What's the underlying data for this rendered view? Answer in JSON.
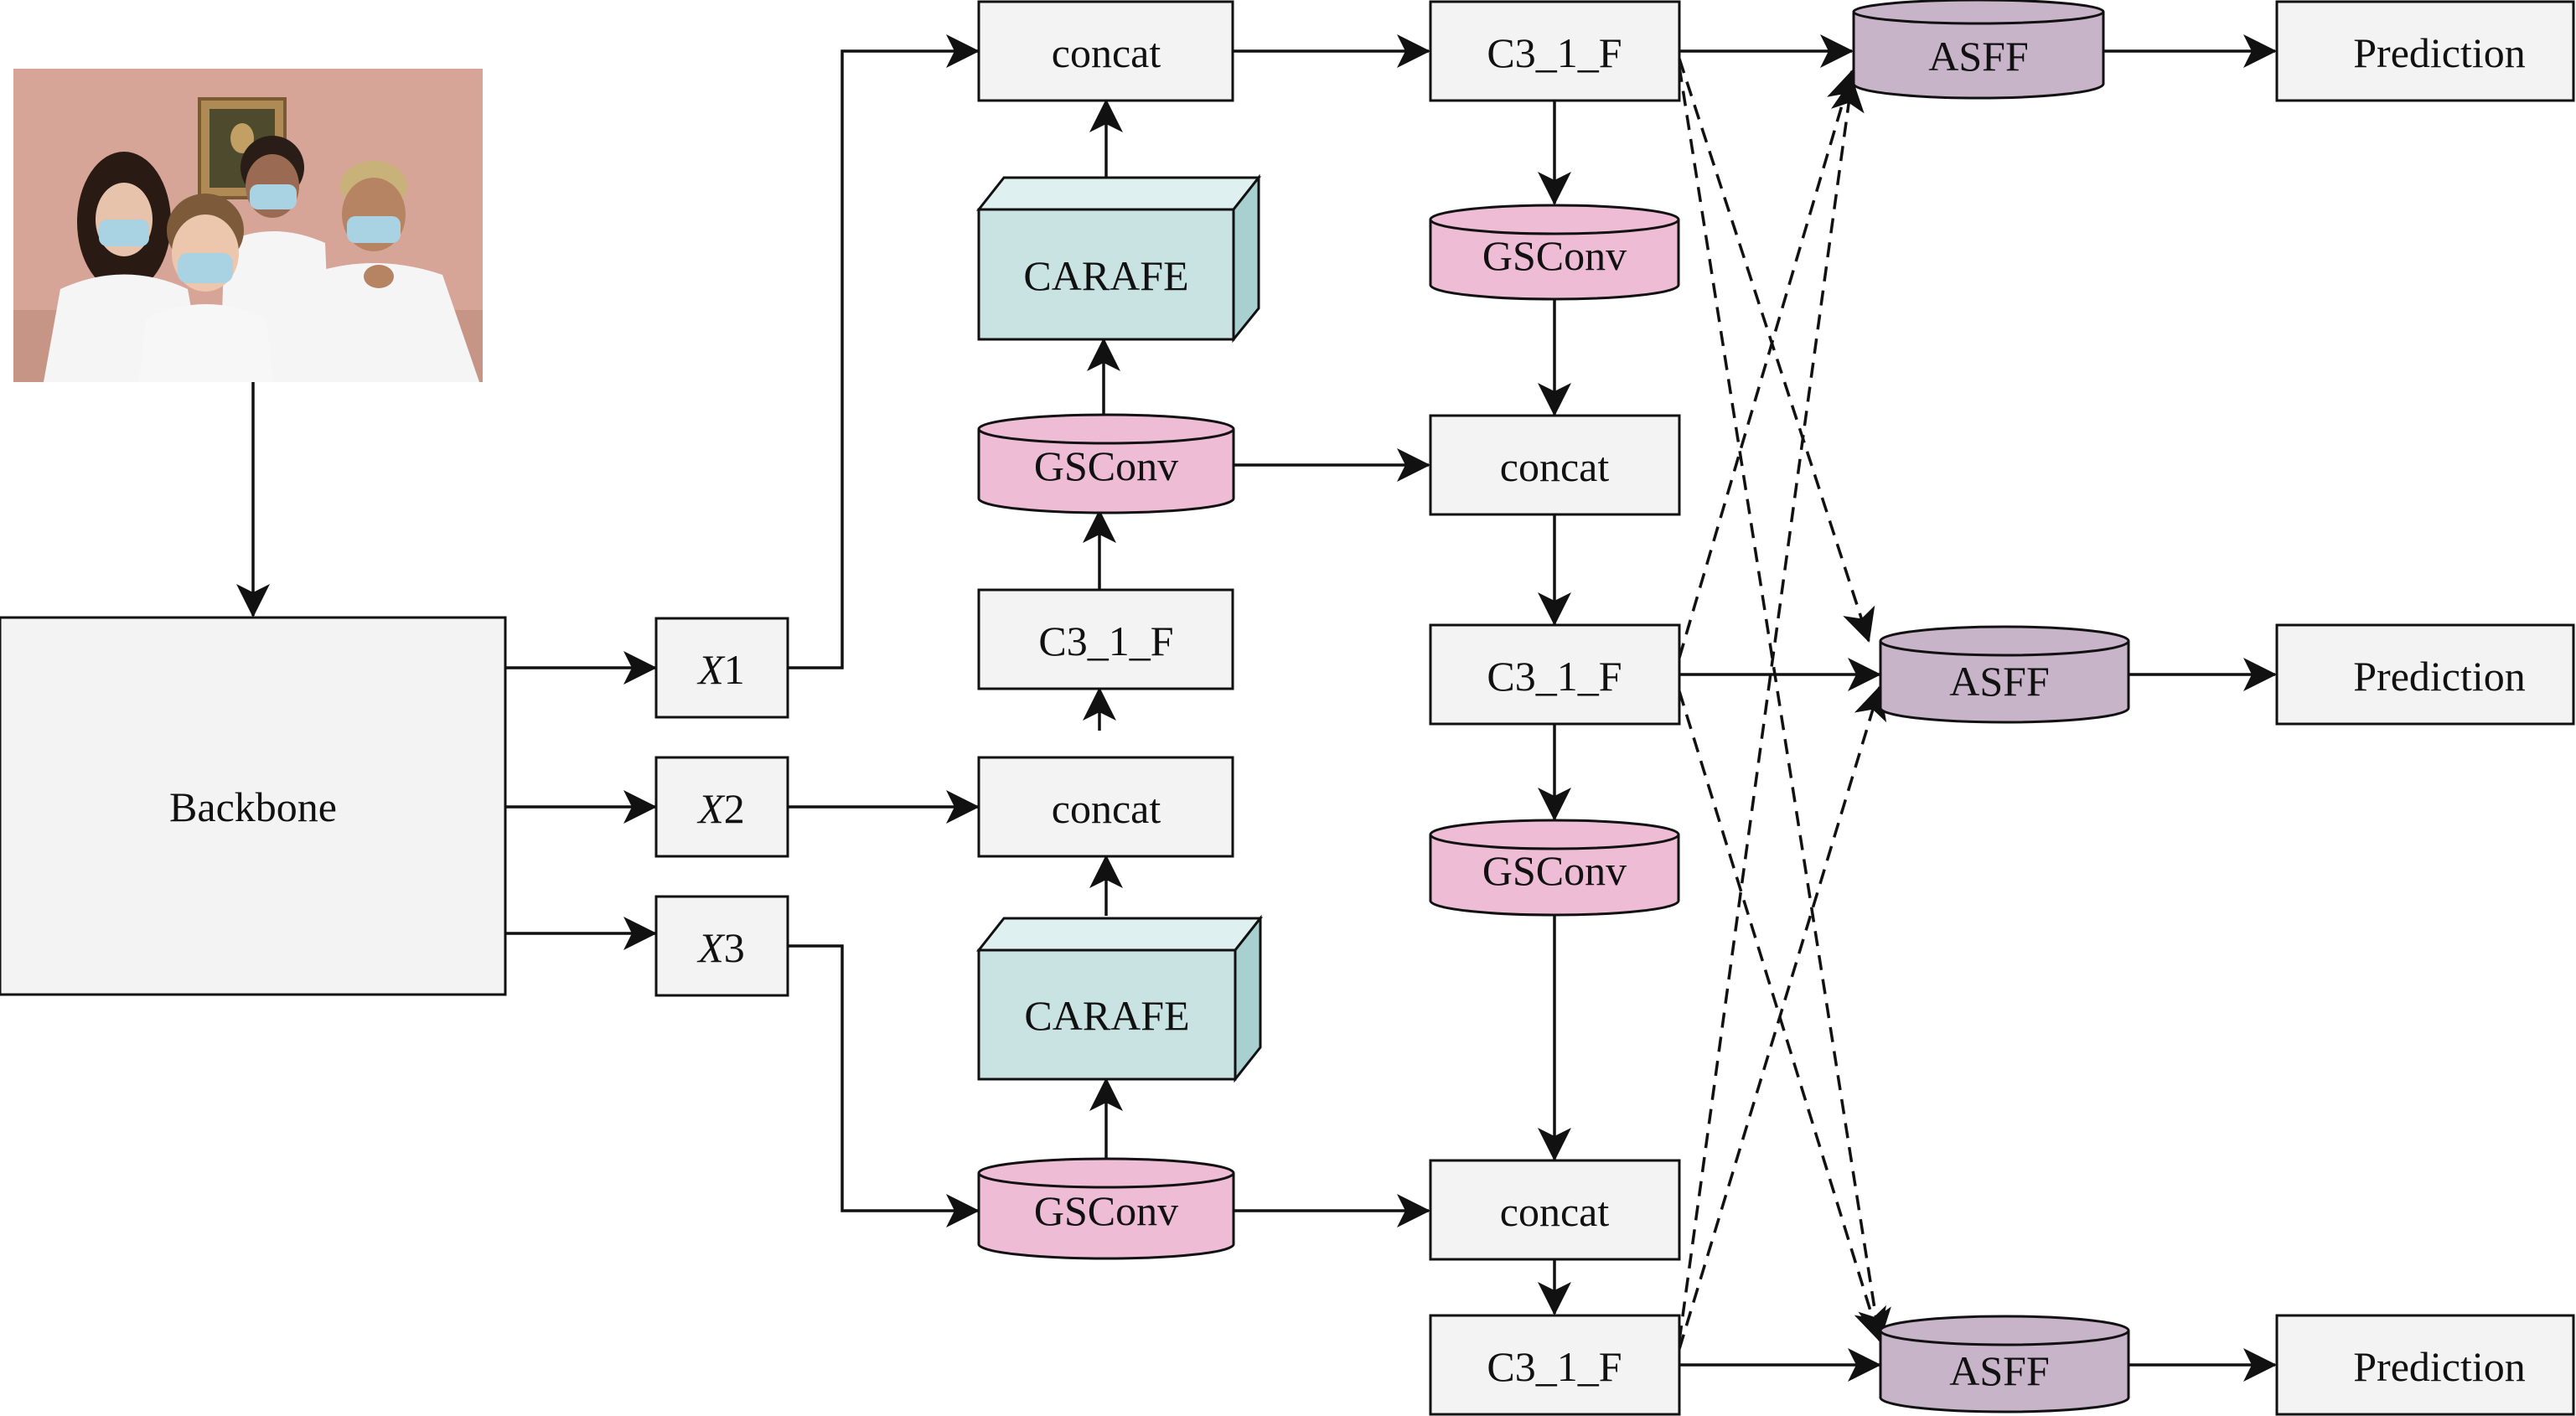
{
  "labels": {
    "backbone": "Backbone",
    "x1_var": "X",
    "x1_sub": "1",
    "x2_var": "X",
    "x2_sub": "2",
    "x3_var": "X",
    "x3_sub": "3",
    "concat": "concat",
    "carafe": "CARAFE",
    "gsconv": "GSConv",
    "c3": "C3_1_F",
    "asff": "ASFF",
    "prediction": "Prediction"
  },
  "colors": {
    "box_fill": "#f3f3f3",
    "gsconv_fill": "#efbcd6",
    "asff_fill": "#c8b4c8",
    "carafe_front": "#c9e3e3",
    "carafe_top": "#dff0f0",
    "carafe_side": "#a9d0d0",
    "photo_wall": "#d7a597",
    "stroke": "#111111"
  },
  "icons": {
    "input_image": "photo-four-people-wearing-face-masks"
  }
}
